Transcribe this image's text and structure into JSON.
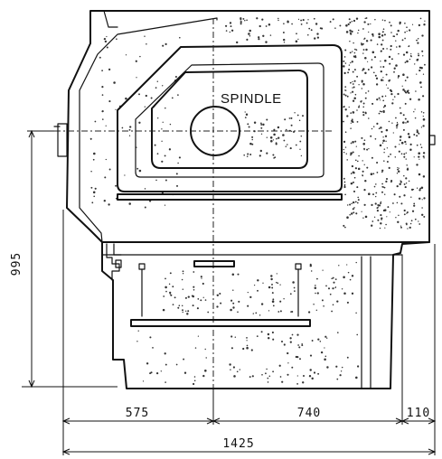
{
  "drawing": {
    "spindle_label": "SPINDLE",
    "dimensions": {
      "height": "995",
      "left_width": "575",
      "right_width": "740",
      "side_width": "110",
      "overall_width": "1425"
    },
    "colors": {
      "ink": "#111111",
      "paper": "#ffffff"
    }
  }
}
